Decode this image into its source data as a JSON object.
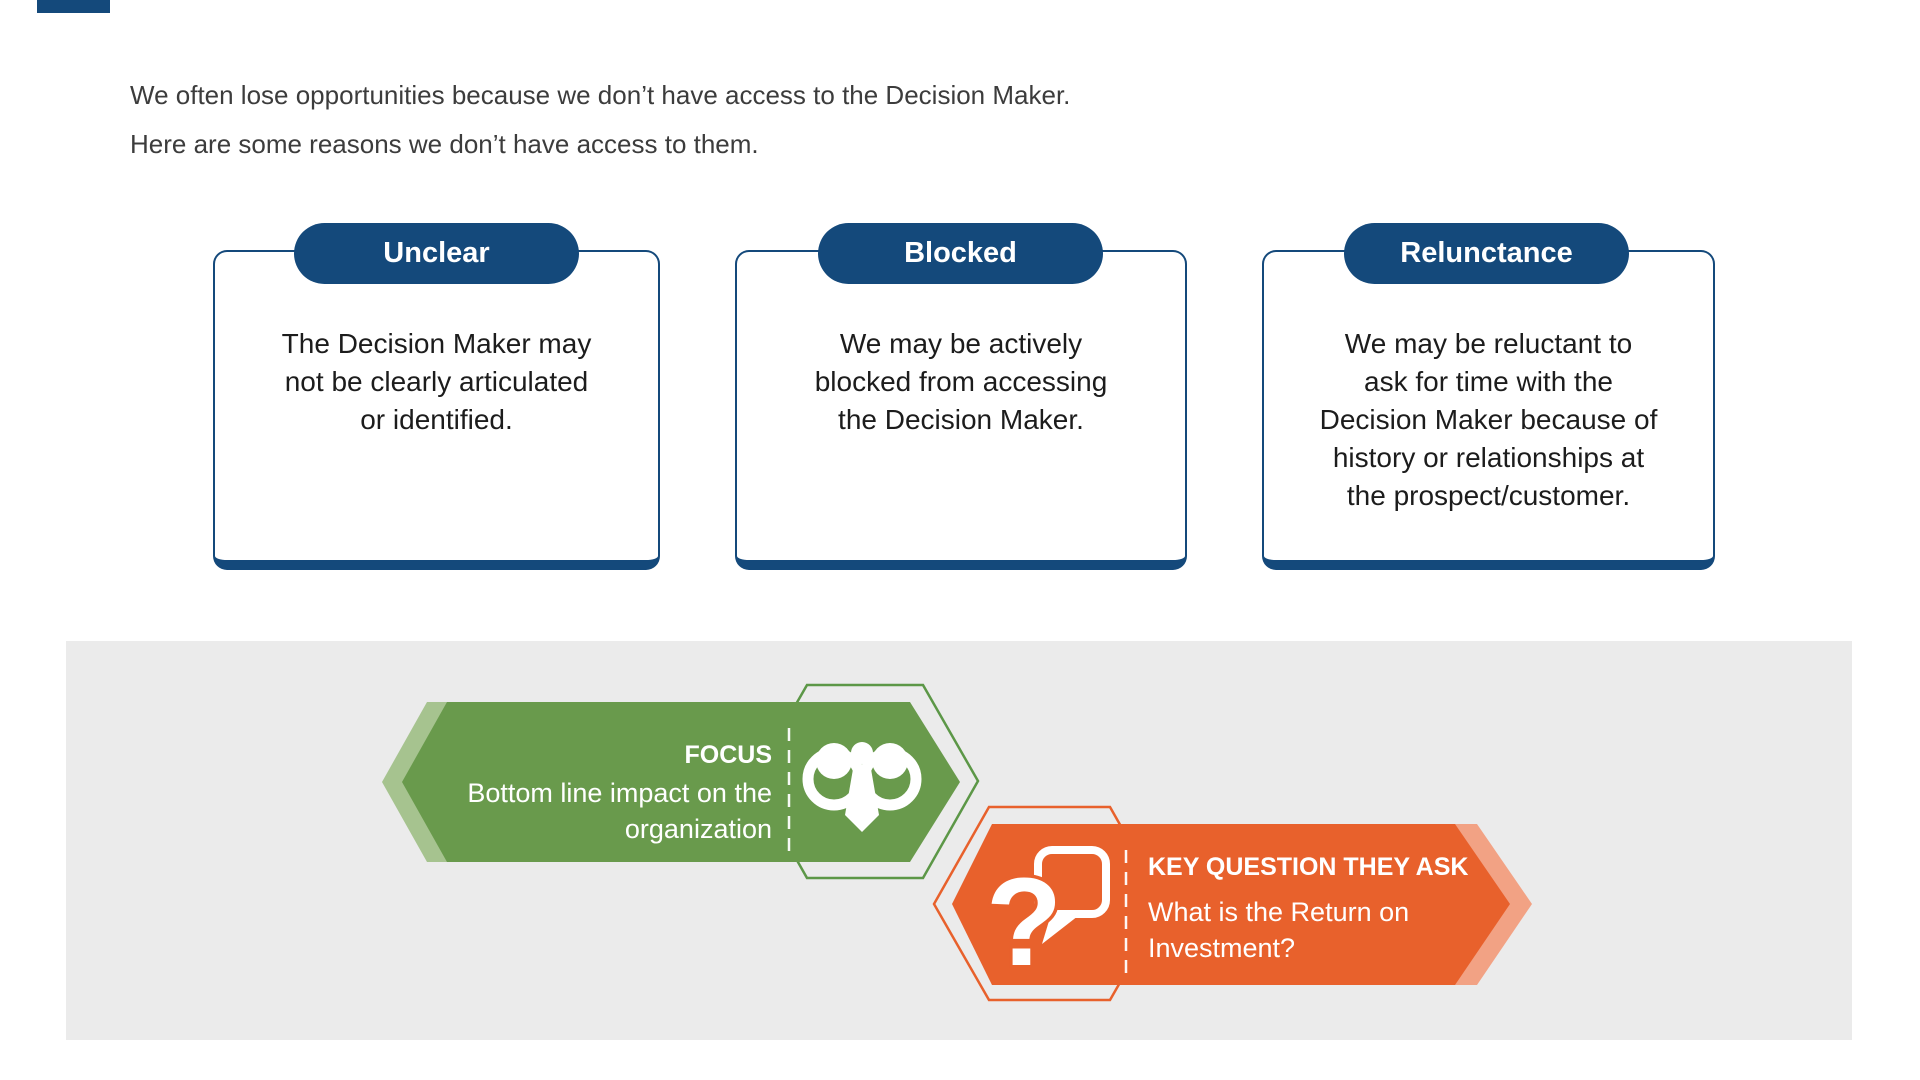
{
  "intro": {
    "line1": "We often lose opportunities because we don’t have access to the Decision Maker.",
    "line2": "Here are some reasons we don’t have access to them."
  },
  "cards": [
    {
      "title": "Unclear",
      "body": "The Decision Maker may\nnot be clearly articulated\nor identified."
    },
    {
      "title": "Blocked",
      "body": "We may be actively\nblocked from accessing\nthe Decision Maker."
    },
    {
      "title": "Relunctance",
      "body": "We may be reluctant to\nask for time with the\nDecision Maker because of\nhistory or relationships at\nthe prospect/customer."
    }
  ],
  "focus_banner": {
    "label": "FOCUS",
    "description": "Bottom line impact on the\norganization",
    "icon": "binoculars-tie-icon"
  },
  "key_question_banner": {
    "label": "KEY QUESTION THEY ASK",
    "description": "What is the Return on\nInvestment?",
    "icon": "question-speech-bubble-icon"
  },
  "colors": {
    "navy": "#14497B",
    "green": "#699A4C",
    "green_light": "#A6C38F",
    "green_outline": "#5C9747",
    "orange": "#E8612C",
    "orange_light": "#F2A284",
    "gray_band": "#EBEBEB",
    "text_dark": "#3c3c3c"
  }
}
